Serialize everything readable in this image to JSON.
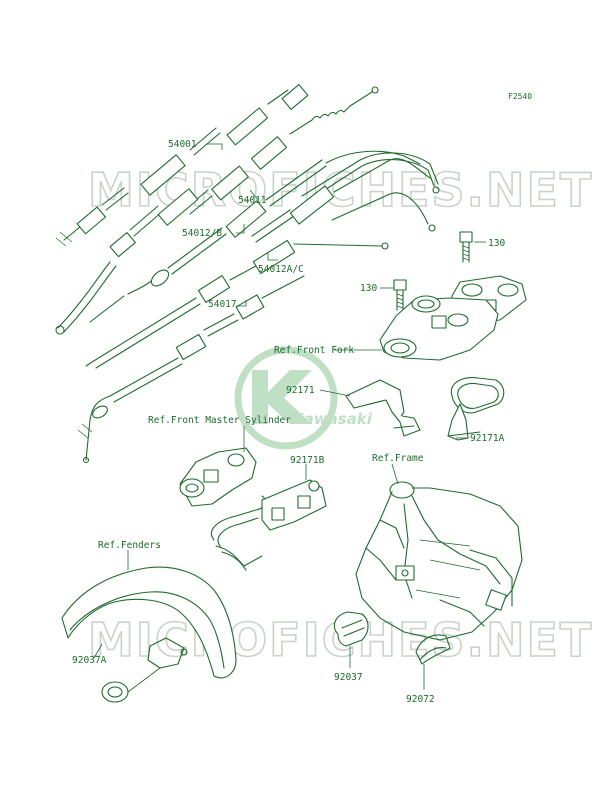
{
  "figure_code": "F2540",
  "watermarks": {
    "top": "MICROFICHES.NET",
    "bottom": "MICROFICHES.NET"
  },
  "logo_text": "Kawasaki",
  "part_numbers": {
    "p54001": "54001",
    "p54011": "54011",
    "p54012b": "54012/B",
    "p54012ac": "54012A/C",
    "p54017": "54017",
    "p130a": "130",
    "p130b": "130",
    "p92171": "92171",
    "p92171a": "92171A",
    "p92171b": "92171B",
    "p92037": "92037",
    "p92037a": "92037A",
    "p92072": "92072"
  },
  "references": {
    "front_fork": "Ref.Front Fork",
    "front_master_cylinder": "Ref.Front Master Sylinder",
    "frame": "Ref.Frame",
    "fenders": "Ref.Fenders"
  },
  "colors": {
    "line": "#1f6b2e",
    "watermark": "#c9d3cb",
    "logo": "#bfe0c4"
  }
}
